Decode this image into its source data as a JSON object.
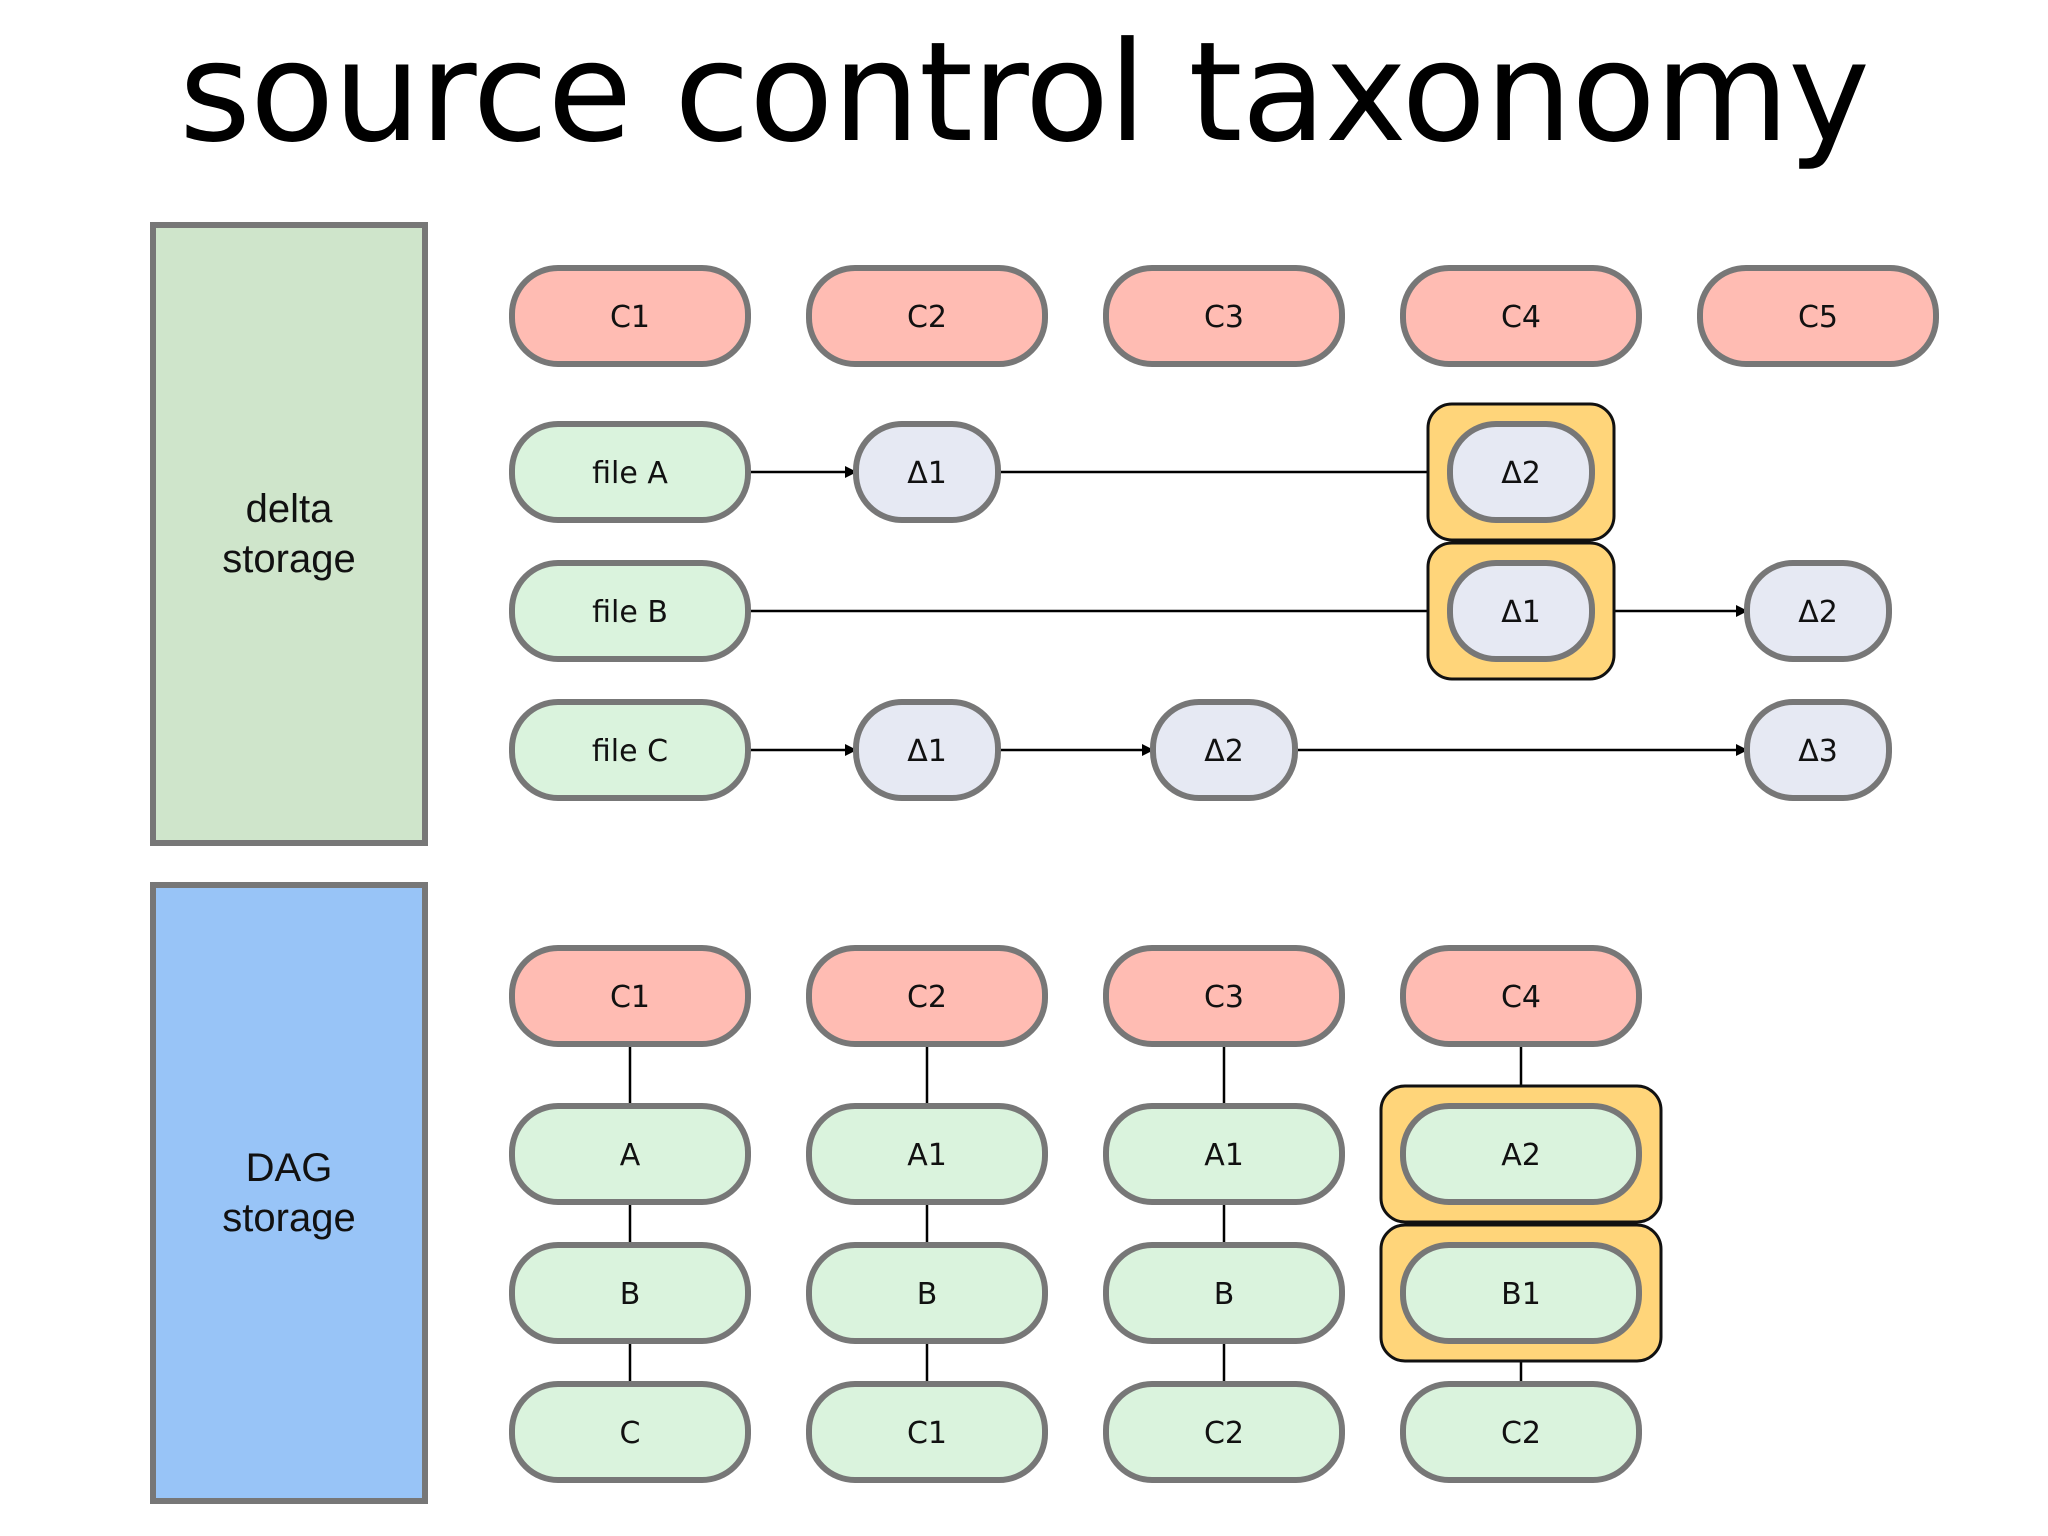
{
  "title": "source control taxonomy",
  "colors": {
    "commit": "#ffbcb3",
    "file": "#daf3dd",
    "delta": "#e6e9f3",
    "highlight": "#ffd57a",
    "border": "#777777",
    "delta_panel": "#cfe5cb",
    "dag_panel": "#98c4f7"
  },
  "delta_storage": {
    "label": "delta\nstorage",
    "commits": [
      "C1",
      "C2",
      "C3",
      "C4",
      "C5"
    ],
    "rows": [
      {
        "file": "file A",
        "deltas": [
          {
            "label": "Δ1",
            "col": 1
          },
          {
            "label": "Δ2",
            "col": 3,
            "highlight": true
          }
        ]
      },
      {
        "file": "file B",
        "deltas": [
          {
            "label": "Δ1",
            "col": 3,
            "highlight": true
          },
          {
            "label": "Δ2",
            "col": 4
          }
        ]
      },
      {
        "file": "file C",
        "deltas": [
          {
            "label": "Δ1",
            "col": 1
          },
          {
            "label": "Δ2",
            "col": 2
          },
          {
            "label": "Δ3",
            "col": 4
          }
        ]
      }
    ]
  },
  "dag_storage": {
    "label": "DAG\nstorage",
    "columns": [
      {
        "commit": "C1",
        "nodes": [
          {
            "label": "A"
          },
          {
            "label": "B"
          },
          {
            "label": "C"
          }
        ]
      },
      {
        "commit": "C2",
        "nodes": [
          {
            "label": "A1"
          },
          {
            "label": "B"
          },
          {
            "label": "C1"
          }
        ]
      },
      {
        "commit": "C3",
        "nodes": [
          {
            "label": "A1"
          },
          {
            "label": "B"
          },
          {
            "label": "C2"
          }
        ]
      },
      {
        "commit": "C4",
        "nodes": [
          {
            "label": "A2",
            "highlight": true
          },
          {
            "label": "B1",
            "highlight": true
          },
          {
            "label": "C2"
          }
        ]
      }
    ]
  }
}
